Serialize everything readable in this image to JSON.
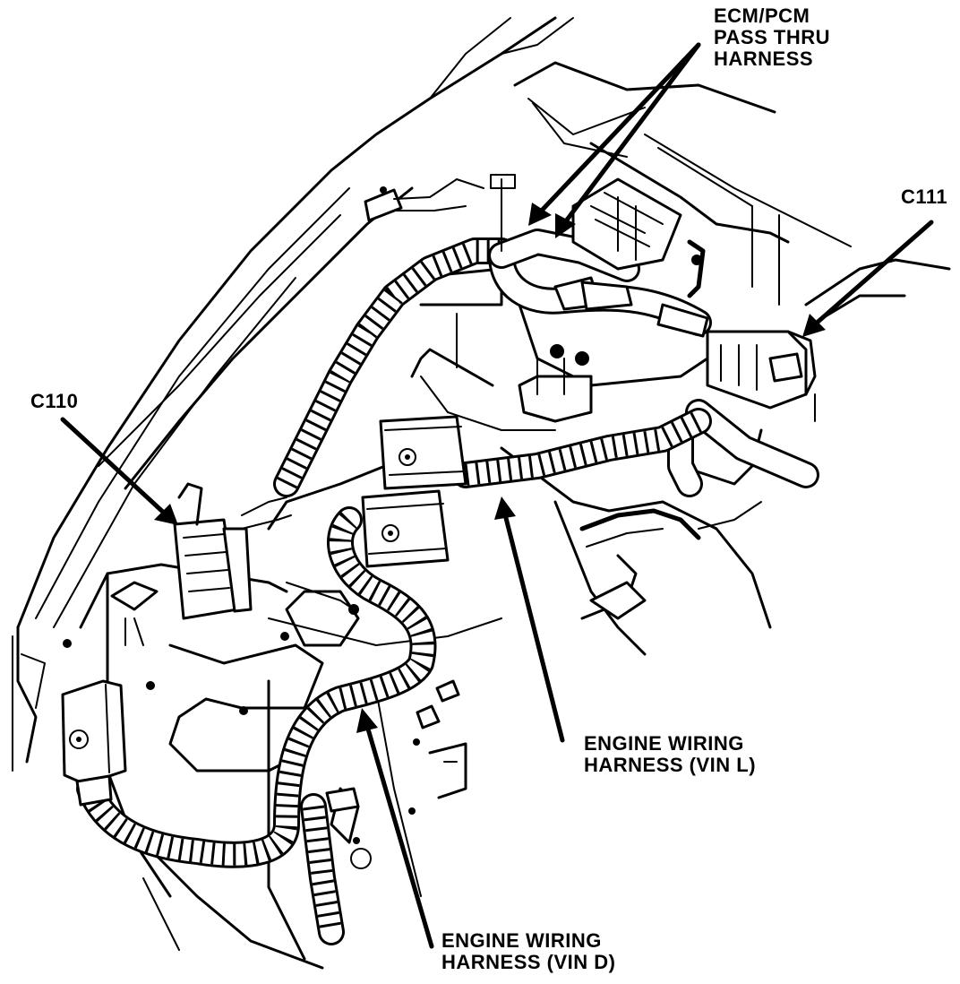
{
  "diagram": {
    "labels": {
      "ecm_line1": "ECM/PCM",
      "ecm_line2": "PASS THRU",
      "ecm_line3": "HARNESS",
      "c111": "C111",
      "c110": "C110",
      "vinl_line1": "ENGINE WIRING",
      "vinl_line2": "HARNESS (VIN L)",
      "vind_line1": "ENGINE WIRING",
      "vind_line2": "HARNESS (VIN D)"
    },
    "colors": {
      "ink": "#000000",
      "paper": "#ffffff"
    }
  }
}
